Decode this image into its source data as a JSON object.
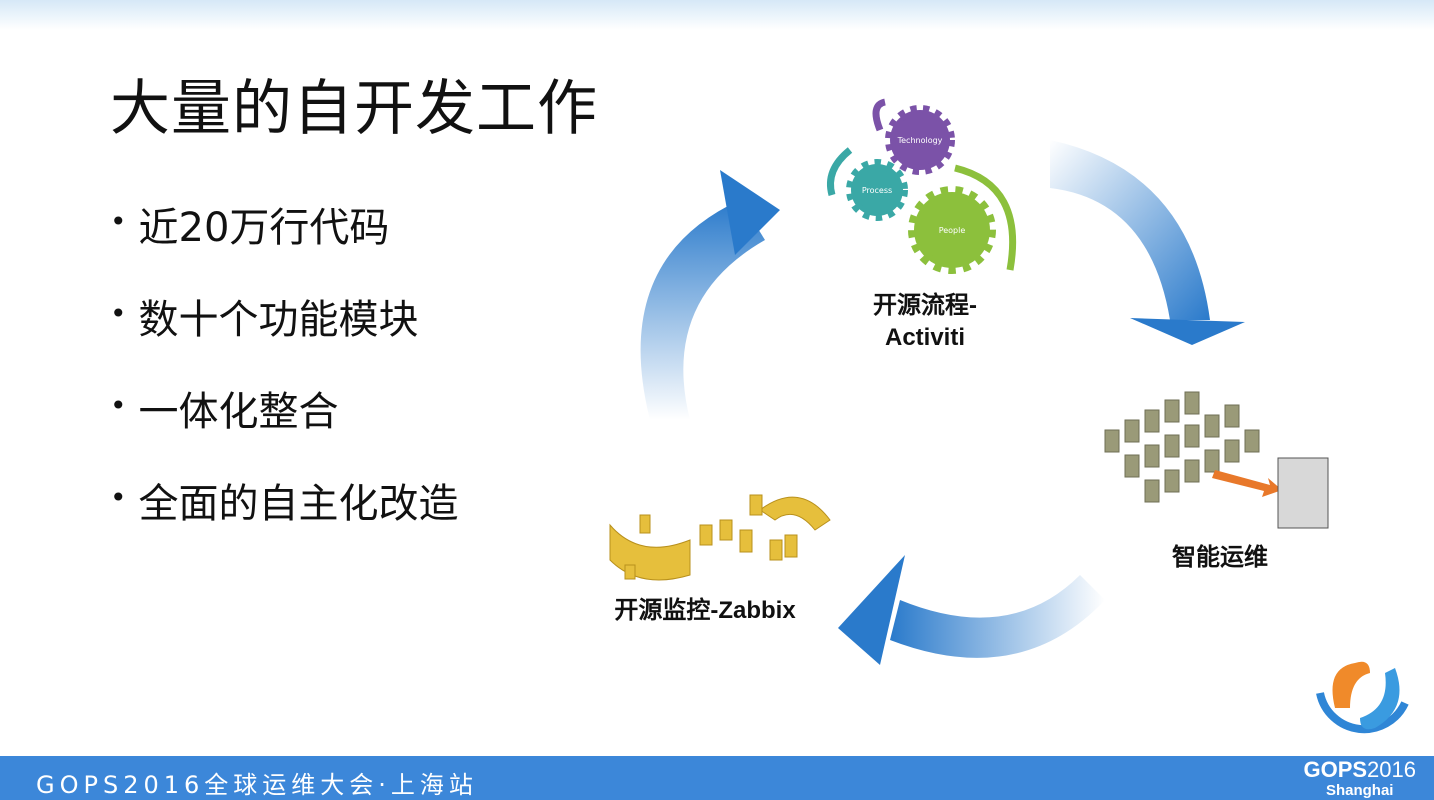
{
  "slide": {
    "title": "大量的自开发工作",
    "bullets": [
      "近20万行代码",
      "数十个功能模块",
      "一体化整合",
      "全面的自主化改造"
    ]
  },
  "cycle": {
    "top_label_line1": "开源流程-",
    "top_label_line2": "Activiti",
    "right_label": "智能运维",
    "bottom_label": "开源监控-Zabbix",
    "gears": [
      "Technology",
      "Process",
      "People"
    ]
  },
  "footer": {
    "event": "GOPS2016全球运维大会·上海站",
    "brand_main": "GOPS",
    "brand_year": "2016",
    "brand_city": "Shanghai"
  },
  "colors": {
    "footer": "#3c87d9",
    "arrow": "#2f7fcf",
    "gear_tech": "#7b52a8",
    "gear_process": "#3aa8a6",
    "gear_people": "#8cc03c"
  }
}
